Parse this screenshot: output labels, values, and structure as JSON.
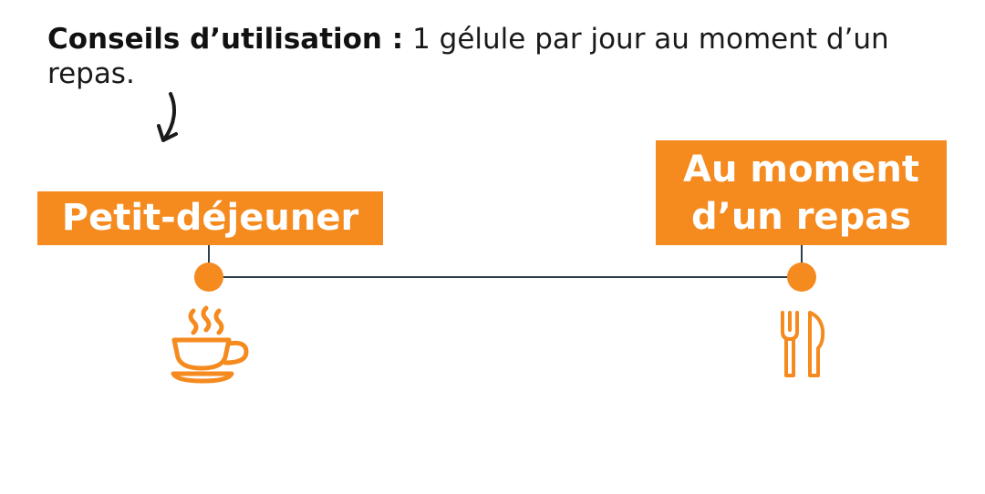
{
  "intro": {
    "label": "Conseils d’utilisation :",
    "text": "1 gélule par jour au moment d’un repas."
  },
  "timeline": {
    "start_label": "Petit-déjeuner",
    "end_label": "Au moment d’un repas",
    "start_icon": "coffee-cup-icon",
    "end_icon": "fork-knife-icon",
    "pointer_icon": "curved-arrow-down-icon"
  },
  "colors": {
    "accent": "#f58a1f",
    "line": "#2f3e4a",
    "text": "#1a1a1a"
  }
}
